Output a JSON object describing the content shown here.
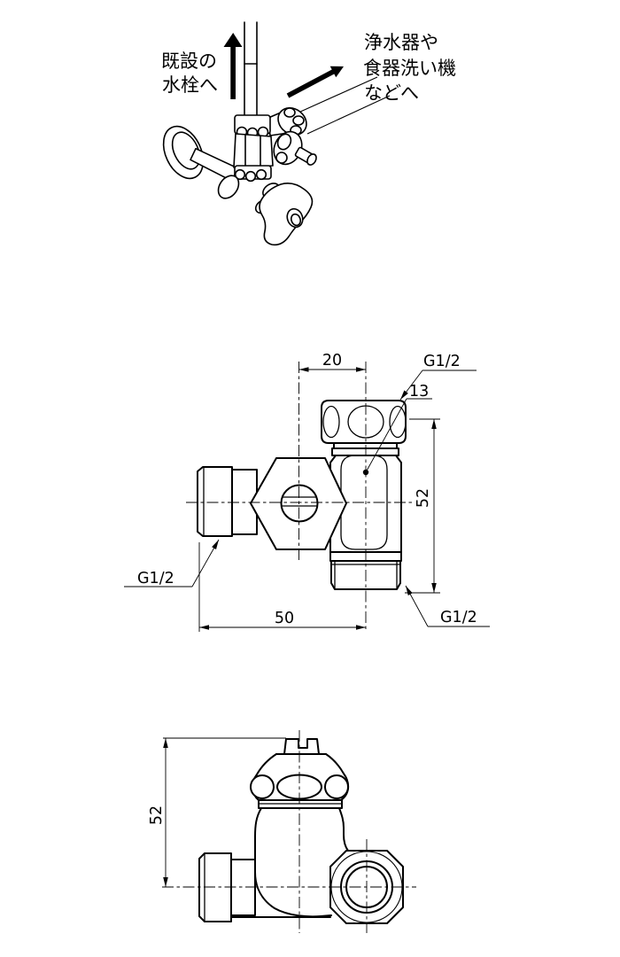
{
  "illustration": {
    "label_existing_line1": "既設の",
    "label_existing_line2": "水栓へ",
    "label_branch_line1": "浄水器や",
    "label_branch_line2": "食器洗い機",
    "label_branch_line3": "などへ"
  },
  "front_view": {
    "dim_offset": "20",
    "dim_bore": "13",
    "dim_height": "52",
    "dim_width": "50",
    "thread_top": "G1/2",
    "thread_left": "G1/2",
    "thread_bottom": "G1/2"
  },
  "side_view": {
    "dim_height": "52"
  },
  "colors": {
    "line": "#000000",
    "background": "#ffffff"
  }
}
